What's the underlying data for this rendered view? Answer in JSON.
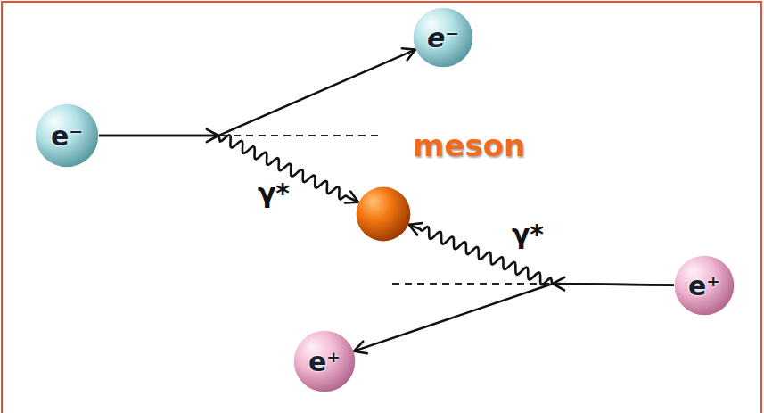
{
  "diagram": {
    "nodes": [
      {
        "text": [
          "e⁻"
        ]
      },
      {
        "text": [
          "e⁻"
        ]
      },
      {
        "text": [
          "meson"
        ]
      },
      {
        "text": [
          "e⁺"
        ]
      },
      {
        "text": [
          "e⁺"
        ]
      }
    ],
    "edges": [
      {
        "from": 0,
        "to": 1,
        "arrow": "to"
      },
      {
        "from": 0,
        "to": 2,
        "label": "γ*",
        "arrow": "to"
      },
      {
        "from": 3,
        "to": 4,
        "arrow": "to"
      },
      {
        "from": 3,
        "to": 2,
        "label": "γ*",
        "arrow": "to"
      }
    ]
  }
}
